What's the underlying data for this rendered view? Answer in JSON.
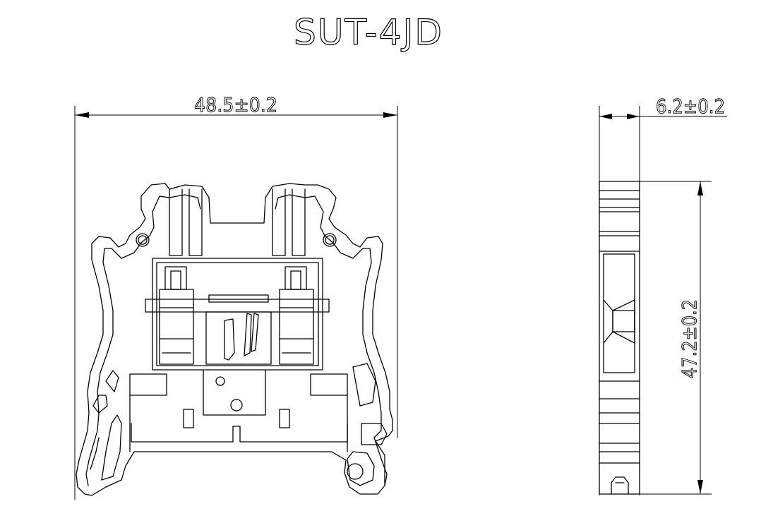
{
  "title": "SUT-4JD",
  "dimensions": {
    "width": "48.5±0.2",
    "thickness": "6.2±0.2",
    "height": "47.2±0.2"
  }
}
